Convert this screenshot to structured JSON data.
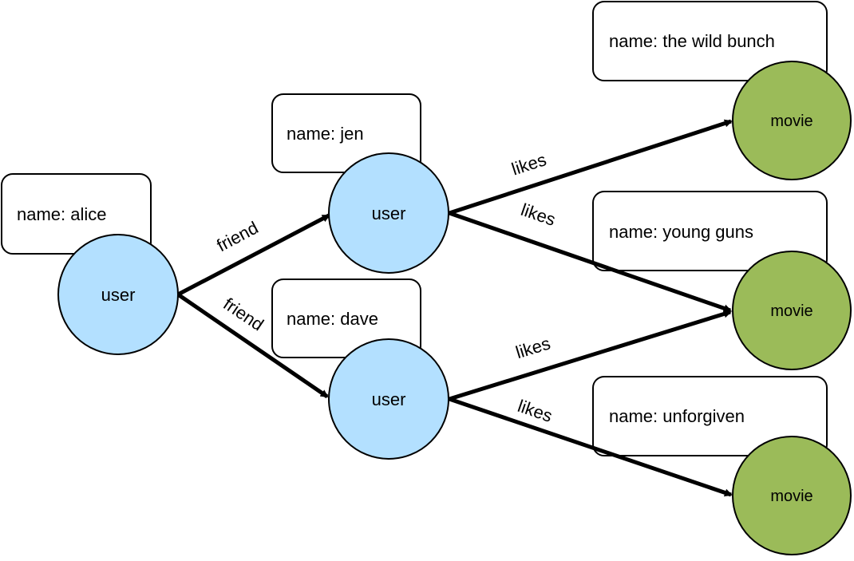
{
  "colors": {
    "user_fill": "#B3E0FF",
    "movie_fill": "#9BBB59",
    "stroke": "#000000",
    "background": "#FFFFFF"
  },
  "nodes": {
    "alice": {
      "label": "user",
      "property": "name: alice"
    },
    "jen": {
      "label": "user",
      "property": "name: jen"
    },
    "dave": {
      "label": "user",
      "property": "name: dave"
    },
    "wild_bunch": {
      "label": "movie",
      "property": "name: the wild bunch"
    },
    "young_guns": {
      "label": "movie",
      "property": "name: young guns"
    },
    "unforgiven": {
      "label": "movie",
      "property": "name: unforgiven"
    }
  },
  "edges": {
    "alice_jen": {
      "from": "alice",
      "to": "jen",
      "label": "friend"
    },
    "alice_dave": {
      "from": "alice",
      "to": "dave",
      "label": "friend"
    },
    "jen_wild_bunch": {
      "from": "jen",
      "to": "wild_bunch",
      "label": "likes"
    },
    "jen_young_guns": {
      "from": "jen",
      "to": "young_guns",
      "label": "likes"
    },
    "dave_young_guns": {
      "from": "dave",
      "to": "young_guns",
      "label": "likes"
    },
    "dave_unforgiven": {
      "from": "dave",
      "to": "unforgiven",
      "label": "likes"
    }
  }
}
